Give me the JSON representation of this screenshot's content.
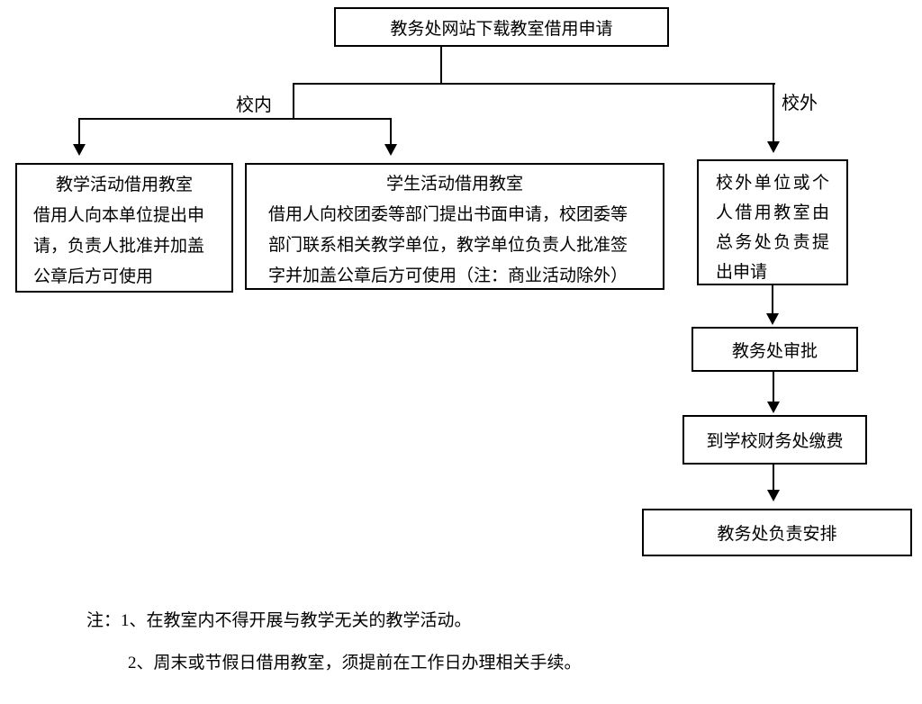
{
  "flowchart": {
    "start": {
      "label": "教务处网站下载教室借用申请"
    },
    "branch_labels": {
      "internal": "校内",
      "external": "校外"
    },
    "teaching": {
      "title": "教学活动借用教室",
      "body": "借用人向本单位提出申请，负责人批准并加盖公章后方可使用"
    },
    "student": {
      "title": "学生活动借用教室",
      "body": "借用人向校团委等部门提出书面申请，校团委等部门联系相关教学单位，教学单位负责人批准签字并加盖公章后方可使用（注：商业活动除外）"
    },
    "external": {
      "body": "校外单位或个人借用教室由总务处负责提出申请"
    },
    "approval": {
      "label": "教务处审批"
    },
    "payment": {
      "label": "到学校财务处缴费"
    },
    "arrangement": {
      "label": "教务处负责安排"
    }
  },
  "notes": {
    "note1": "注：1、在教室内不得开展与教学无关的教学活动。",
    "note2": "2、周末或节假日借用教室，须提前在工作日办理相关手续。"
  },
  "colors": {
    "ink": "#000000",
    "background": "#ffffff"
  }
}
